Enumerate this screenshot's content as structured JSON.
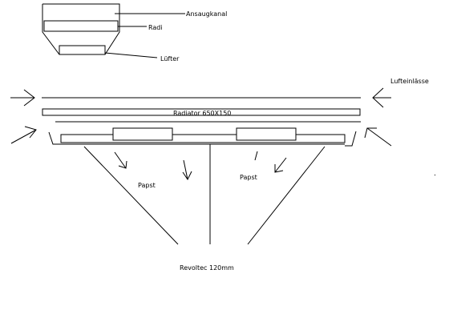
{
  "labels": {
    "ansaugkanal": "Ansaugkanal",
    "radi": "Radi",
    "luefter": "Lüfter",
    "lufteinlaesse": "Lufteinlässe",
    "radiator": "Radiator 650X150",
    "papst_left": "Papst",
    "papst_right": "Papst",
    "revoltec": "Revoltec 120mm"
  }
}
